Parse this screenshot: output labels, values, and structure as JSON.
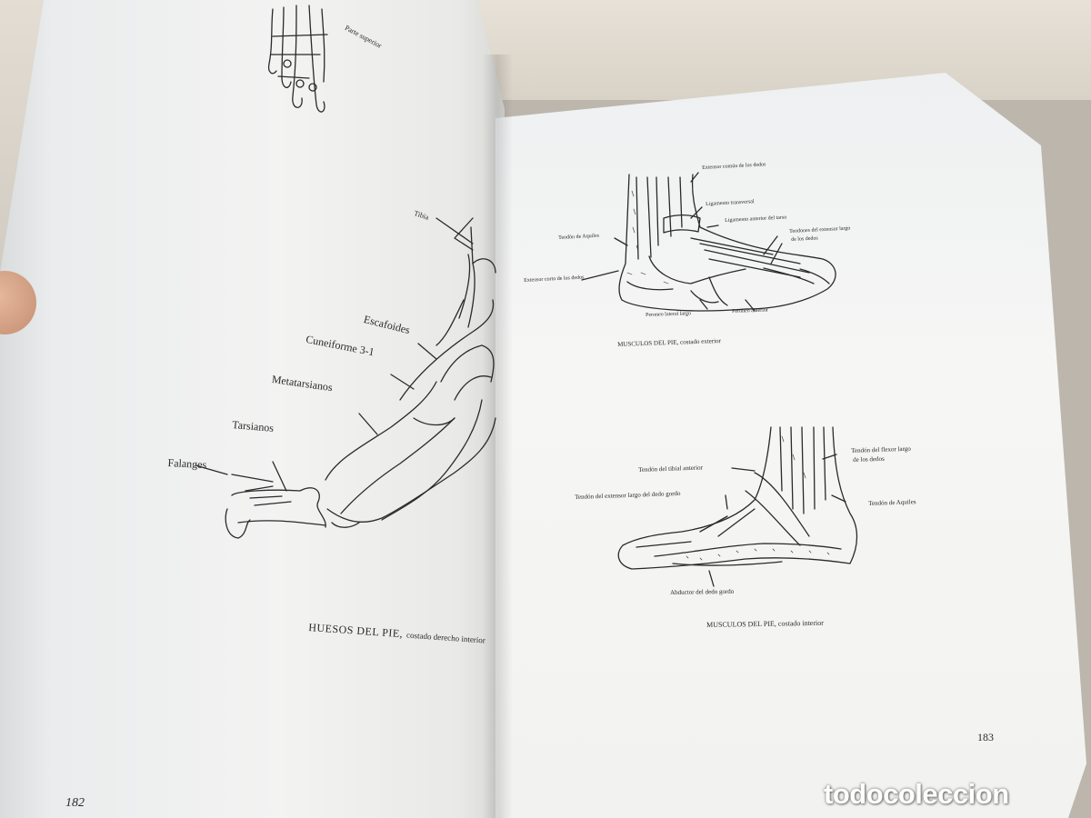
{
  "left_page": {
    "label_top": "Parte superior",
    "bones": {
      "tibia": "Tibia",
      "escafoides": "Escafoides",
      "cuneiforme": "Cuneiforme 3-1",
      "metatarsianos": "Metatarsianos",
      "tarsianos": "Tarsianos",
      "falanges": "Falanges"
    },
    "caption_bold": "HUESOS DEL PIE,",
    "caption_rest": "costado derecho interior",
    "page_number": "182"
  },
  "right_page": {
    "exterior_labels": {
      "extensor_comun": "Extensor común de los dedos",
      "ligamento_transversal": "Ligamento transversal",
      "ligamento_anterior": "Ligamento anterior del tarso",
      "tendones_extensor": "Tendones del extensor largo",
      "de_los_dedos": "de los dedos",
      "tendon_aquiles": "Tendón de Aquiles",
      "extensor_corto": "Extensor corto de los dedos",
      "peroneo_lateral": "Peroneo lateral largo",
      "peroneo_anterior": "Peroneo anterior"
    },
    "caption_exterior": "MUSCULOS DEL PIE, costado exterior",
    "interior_labels": {
      "tibial_anterior": "Tendón del tibial anterior",
      "extensor_dedo_gordo": "Tendón del extensor largo del dedo gordo",
      "flexor_largo": "Tendón del flexor largo",
      "de_los_dedos": "de los dedos",
      "tendon_aquiles": "Tendón de Aquiles",
      "abductor": "Abductor del dedo gordo"
    },
    "caption_interior": "MUSCULOS DEL PIE, costado interior",
    "page_number": "183"
  },
  "watermark": "todocoleccion",
  "colors": {
    "ink": "#2a2a2a",
    "paper": "#f3f3f2"
  }
}
